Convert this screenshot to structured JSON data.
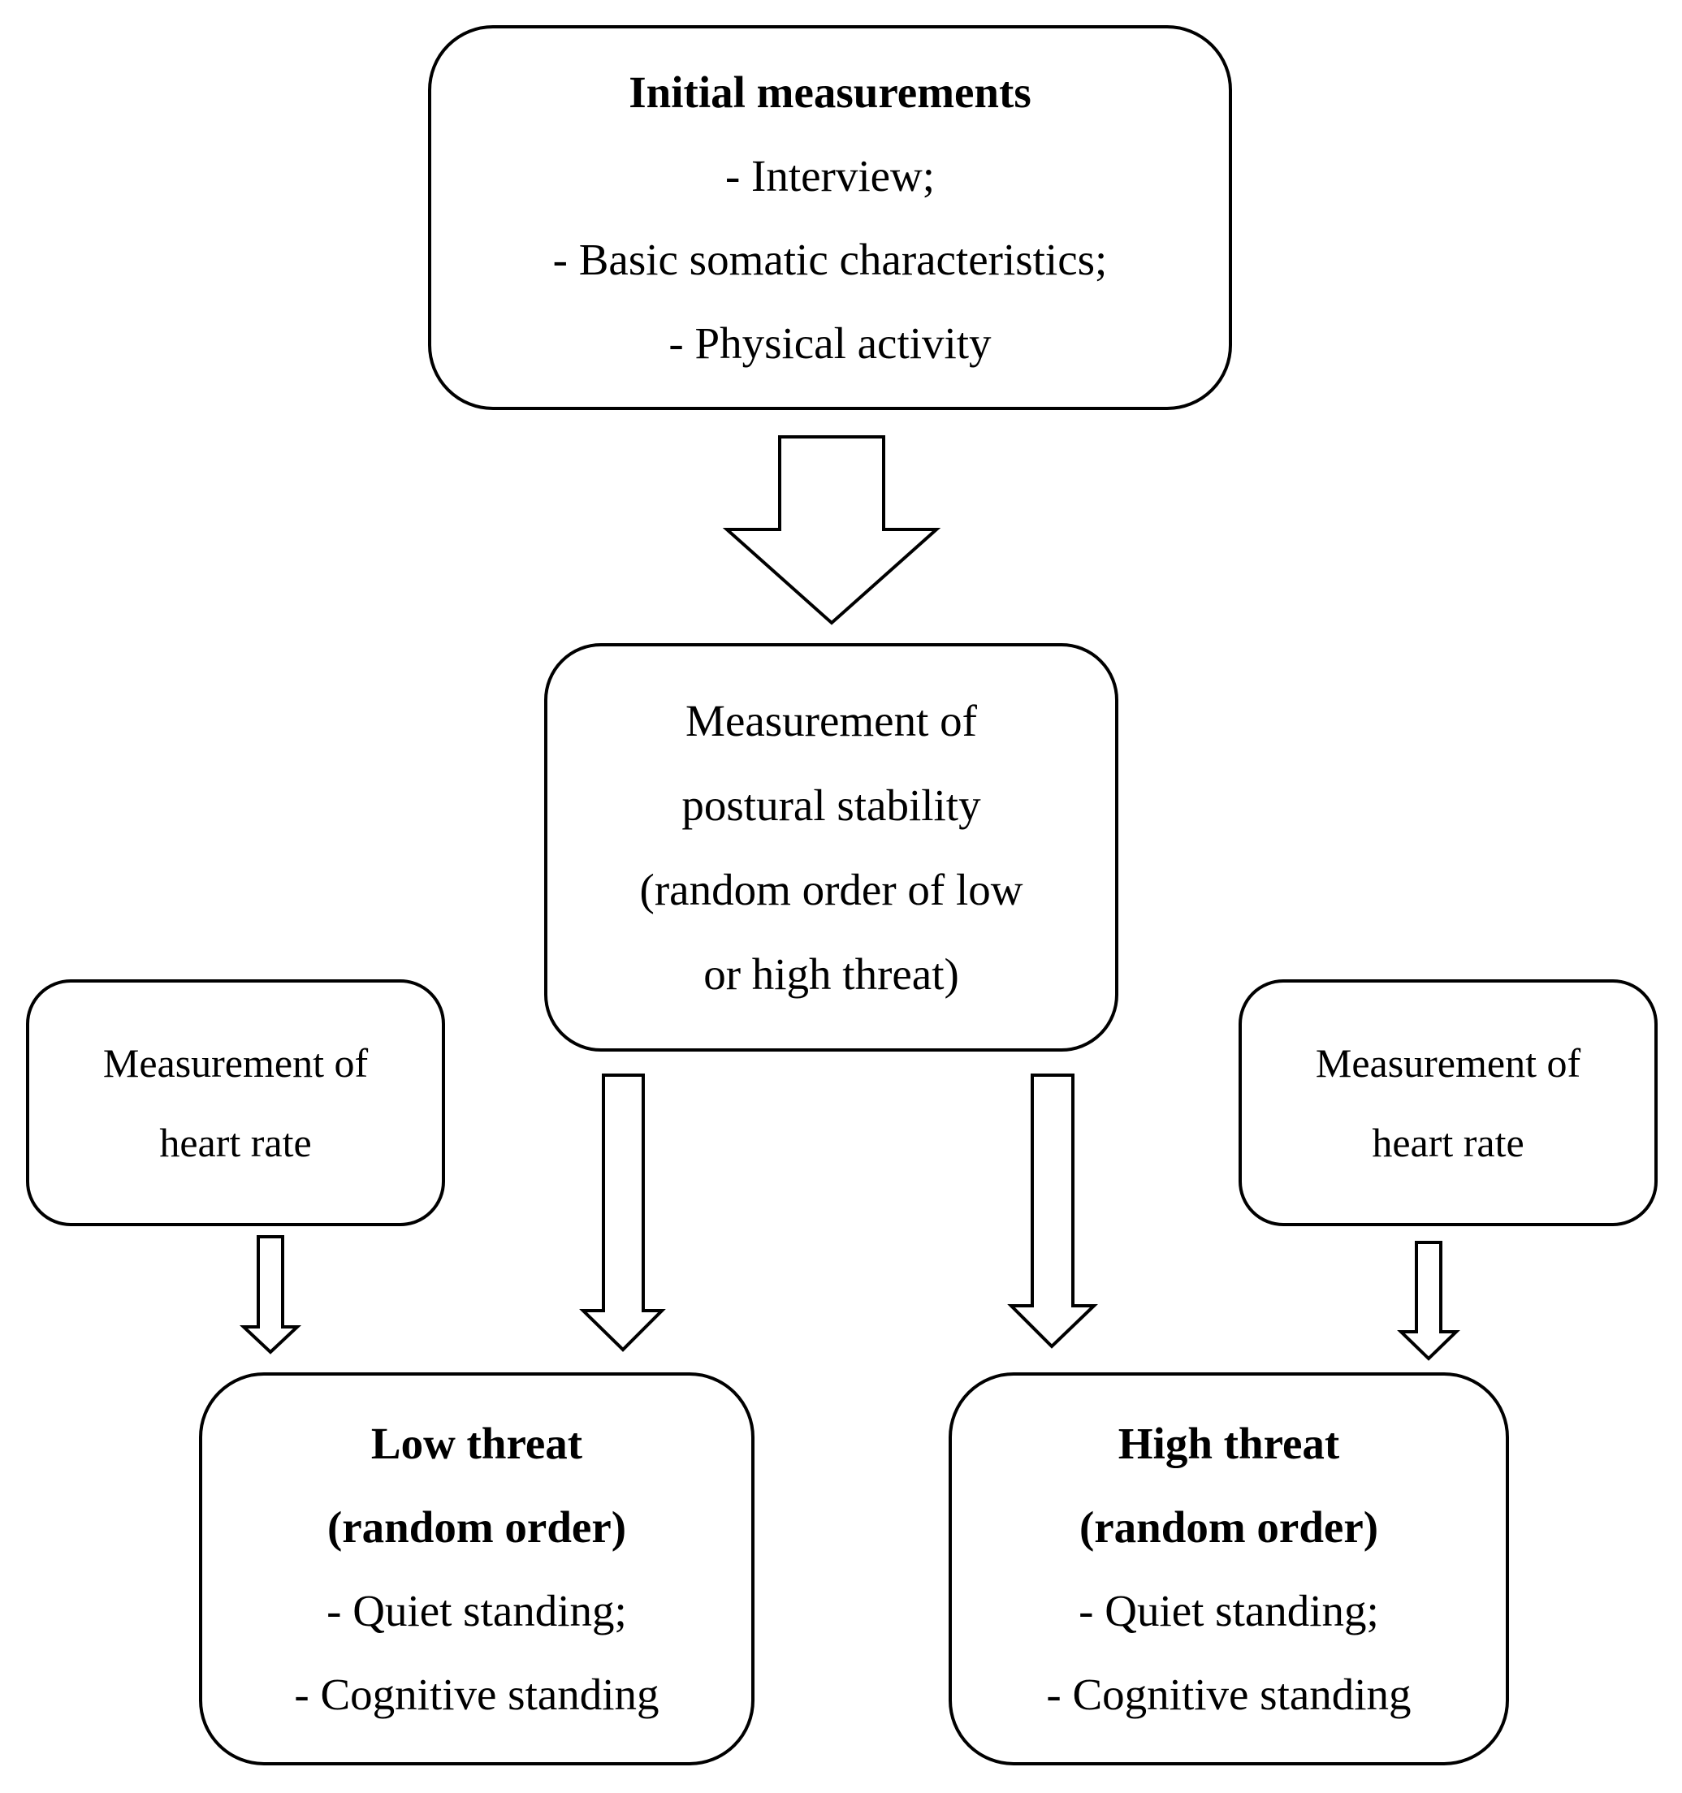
{
  "initial_measurements": {
    "title": "Initial measurements",
    "items": [
      "- Interview;",
      "- Basic somatic characteristics;",
      "- Physical activity"
    ]
  },
  "postural_stability": {
    "lines": [
      "Measurement of",
      "postural stability",
      "(random order of low",
      "or high threat)"
    ]
  },
  "heart_rate_left": {
    "lines": [
      "Measurement of",
      "heart rate"
    ]
  },
  "heart_rate_right": {
    "lines": [
      "Measurement of",
      "heart rate"
    ]
  },
  "low_threat": {
    "title_lines": [
      "Low threat",
      "(random order)"
    ],
    "items": [
      "- Quiet standing;",
      "- Cognitive standing"
    ]
  },
  "high_threat": {
    "title_lines": [
      "High threat",
      "(random order)"
    ],
    "items": [
      "- Quiet standing;",
      "- Cognitive standing"
    ]
  }
}
